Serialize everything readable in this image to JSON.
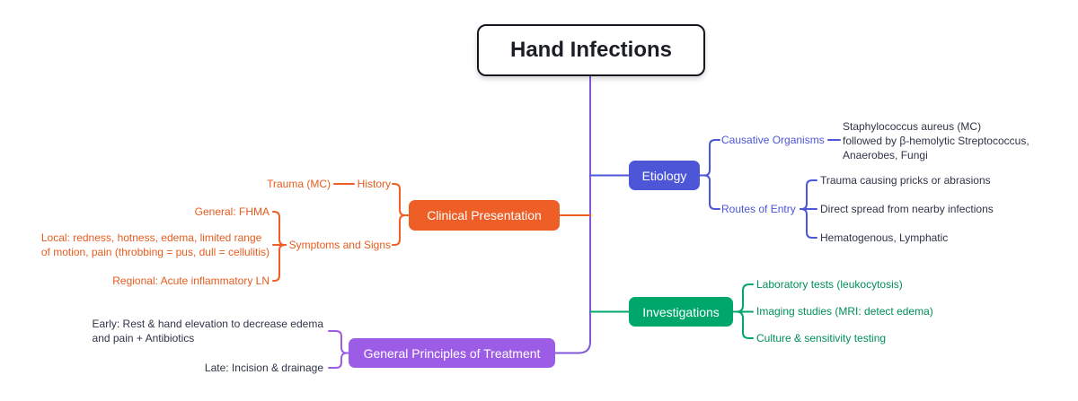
{
  "root": {
    "title": "Hand Infections"
  },
  "colors": {
    "trunk": "#8158d8",
    "etiology_blue": "#4c56d7",
    "clinical_orange": "#ed5f26",
    "investigations_green": "#00a76b",
    "treatment_purple": "#9d5ce5",
    "dark_text": "#2f3447"
  },
  "branches": {
    "etiology": {
      "label": "Etiology",
      "causative_label": "Causative Organisms",
      "causative_detail": "Staphylococcus aureus (MC)\nfollowed by β-hemolytic Streptococcus,\nAnaerobes, Fungi",
      "routes_label": "Routes of Entry",
      "routes": [
        "Trauma causing pricks or abrasions",
        "Direct spread from nearby infections",
        "Hematogenous, Lymphatic"
      ]
    },
    "clinical": {
      "label": "Clinical Presentation",
      "history_label": "History",
      "history_detail": "Trauma (MC)",
      "symptoms_label": "Symptoms and Signs",
      "symptoms": [
        "General: FHMA",
        "Local: redness, hotness, edema, limited range\nof motion, pain (throbbing = pus, dull = cellulitis)",
        "Regional: Acute inflammatory LN"
      ]
    },
    "investigations": {
      "label": "Investigations",
      "items": [
        "Laboratory tests (leukocytosis)",
        "Imaging studies (MRI: detect edema)",
        "Culture & sensitivity testing"
      ]
    },
    "treatment": {
      "label": "General Principles of Treatment",
      "items": [
        "Early: Rest & hand elevation to decrease edema\nand pain + Antibiotics",
        "Late: Incision & drainage"
      ]
    }
  }
}
